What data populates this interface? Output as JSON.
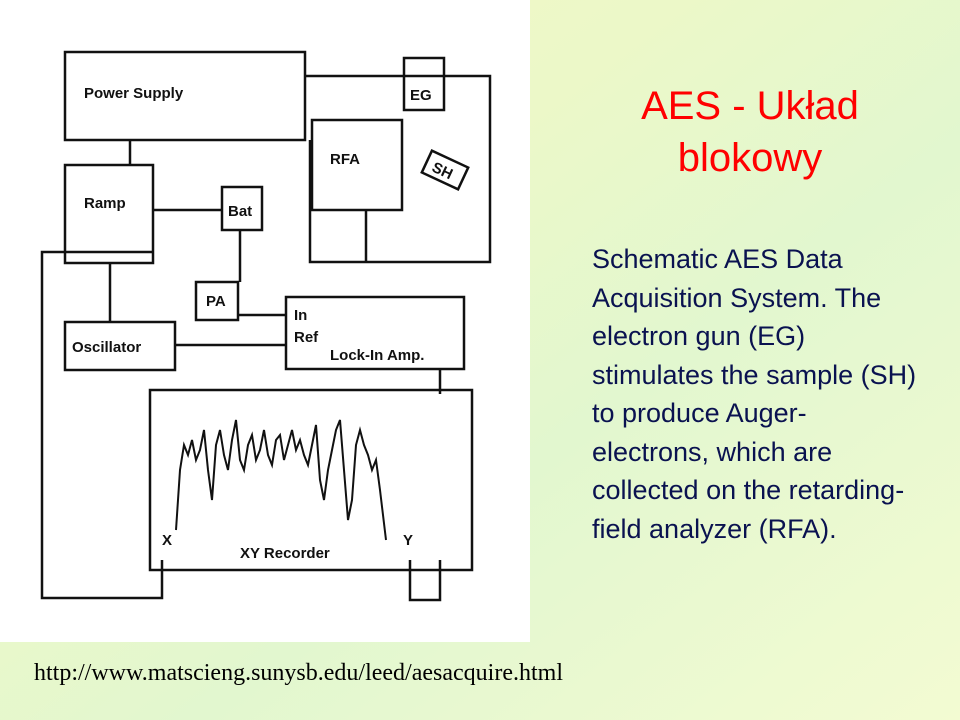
{
  "slide": {
    "title": "AES - Układ blokowy",
    "description": "Schematic AES Data Acquisition System. The electron gun (EG) stimulates the sample (SH) to produce Auger-electrons, which are collected on the retarding-field analyzer (RFA).",
    "source_url": "http://www.matscieng.sunysb.edu/leed/aesacquire.html"
  },
  "diagram": {
    "power_supply": "Power Supply",
    "eg": "EG",
    "rfa": "RFA",
    "sh": "SH",
    "ramp": "Ramp",
    "bat": "Bat",
    "pa": "PA",
    "oscillator": "Oscillator",
    "lockin_in": "In",
    "lockin_ref": "Ref",
    "lockin_amp": "Lock-In Amp.",
    "x_input": "X",
    "y_input": "Y",
    "xy_recorder": "XY Recorder"
  },
  "colors": {
    "title": "#ff0000",
    "body_text": "#0a1250",
    "background": "#eef9c8"
  }
}
